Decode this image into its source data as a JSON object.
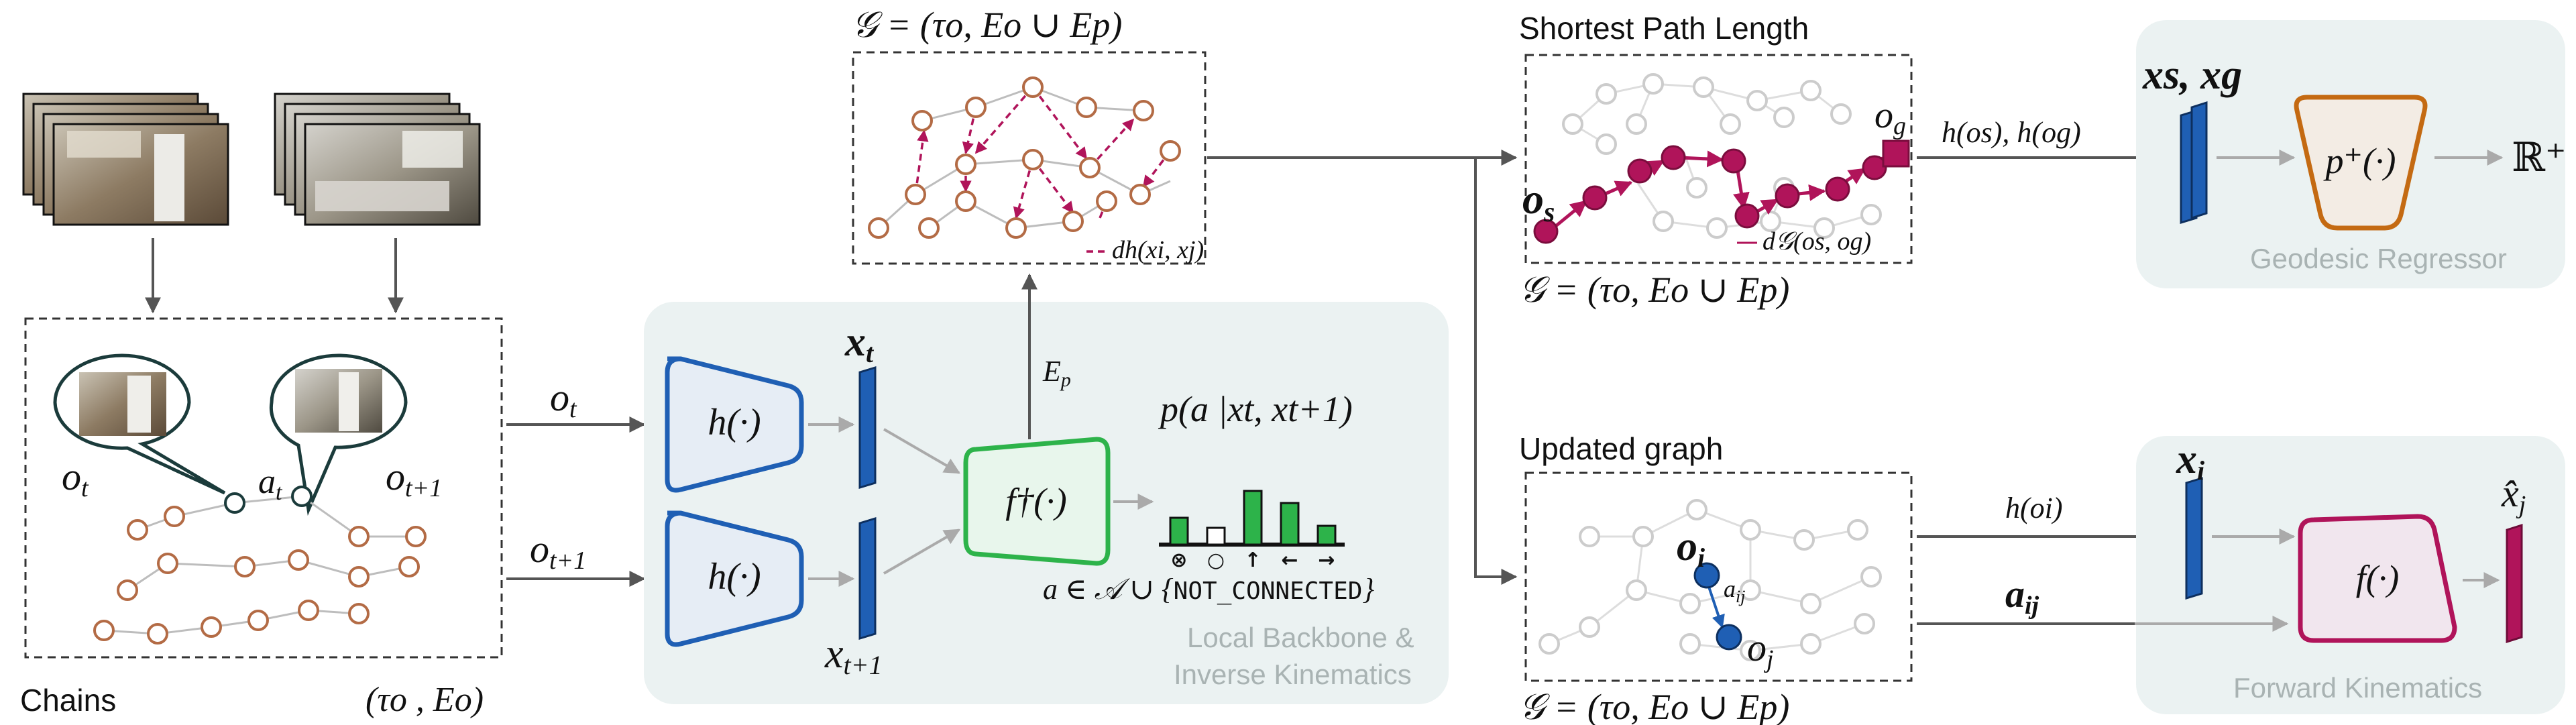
{
  "colors": {
    "panel": "#ebf2f2",
    "encoder": "#1f5fb4",
    "inverse": "#2db34a",
    "bar": "#2db34a",
    "node": "#b36b45",
    "magenta": "#b0145a",
    "regressor": "#c46a12",
    "forward": "#b0145a",
    "grey": "#cccccc",
    "dark": "#222222",
    "arrow": "#555555",
    "light_arrow": "#aaaaaa",
    "blue_node": "#1f5fb4"
  },
  "chains": {
    "title": "Chains",
    "graph_label": "(τo , Eo)",
    "ot_label": "o",
    "ot_sub": "t",
    "otp1_label": "o",
    "otp1_sub": "t+1",
    "at_label": "a",
    "at_sub": "t"
  },
  "arrows": {
    "ot": "o",
    "ot_sub": "t",
    "otp1": "o",
    "otp1_sub": "t+1",
    "ep": "E",
    "ep_sub": "p",
    "hos_hog": "h(os), h(og)",
    "hoi": "h(oi)",
    "aij": "a",
    "aij_sub": "ij"
  },
  "backbone": {
    "panel_caption_line1": "Local Backbone &",
    "panel_caption_line2": "Inverse Kinematics",
    "encoder_label": "h(·)",
    "encoder2_label": "h(·)",
    "xt": "x",
    "xt_sub": "t",
    "xtp1": "x",
    "xtp1_sub": "t+1",
    "inverse_label": "f†(·)",
    "prob_label": "p(a |xt, xt+1)",
    "action_space_prefix": "a ∈ 𝒜 ∪ {",
    "action_space_token": "NOT_CONNECTED",
    "action_space_suffix": "}",
    "action_icons": [
      "⊗",
      "○",
      "↑",
      "←",
      "→"
    ]
  },
  "graph_top": {
    "title": "𝒢 = (τo, Eo ∪ Ep)",
    "edge_label": "dh(xi, xj)"
  },
  "shortest_path": {
    "title": "Shortest Path Length",
    "os_label": "o",
    "os_sub": "s",
    "og_label": "o",
    "og_sub": "g",
    "edge_label": "d𝒢(os, og)",
    "graph_caption": "𝒢 = (τo, Eo ∪ Ep)"
  },
  "regressor": {
    "panel_caption": "Geodesic Regressor",
    "inputs_label": "xs, xg",
    "module_label": "p⁺(·)",
    "output_label": "ℝ⁺"
  },
  "updated_graph": {
    "title": "Updated graph",
    "oi_label": "o",
    "oi_sub": "i",
    "oj_label": "o",
    "oj_sub": "j",
    "aij_label": "a",
    "aij_sub": "ij",
    "graph_caption": "𝒢 = (τo, Eo ∪ Ep)"
  },
  "forward": {
    "panel_caption": "Forward Kinematics",
    "xi": "x",
    "xi_sub": "i",
    "module_label": "f(·)",
    "xj_hat": "x̂",
    "xj_sub": "j"
  }
}
